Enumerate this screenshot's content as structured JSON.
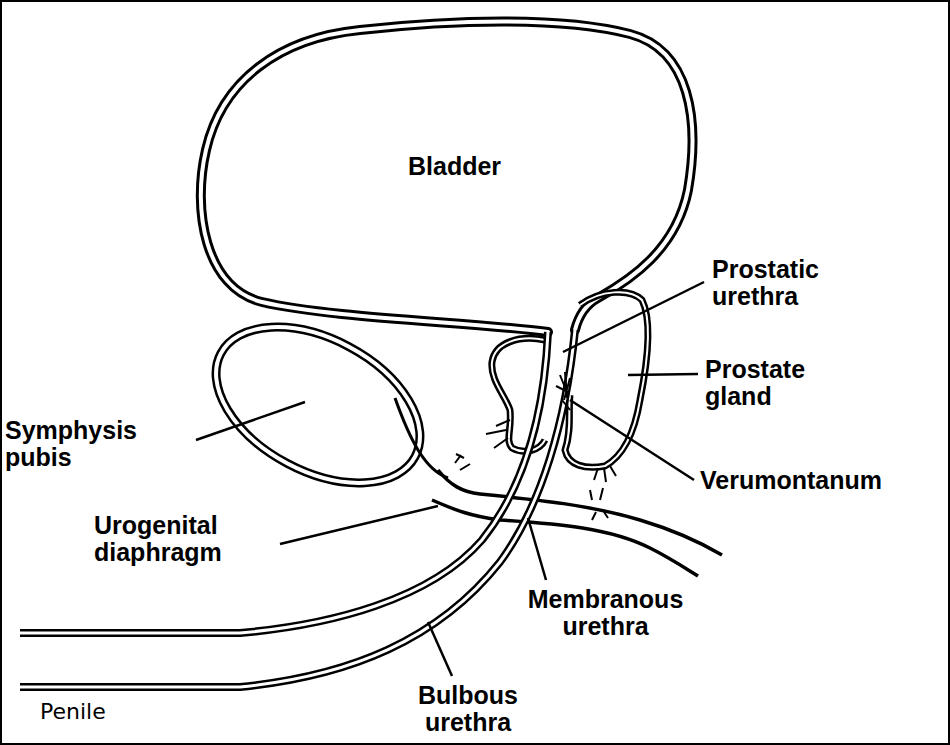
{
  "diagram": {
    "labels": [
      "Bladder",
      "Prostatic urethra",
      "Prostate gland",
      "Verumontanum",
      "Symphysis pubis",
      "Urogenital diaphragm",
      "Membranous urethra",
      "Bulbous urethra",
      "Penile"
    ]
  }
}
